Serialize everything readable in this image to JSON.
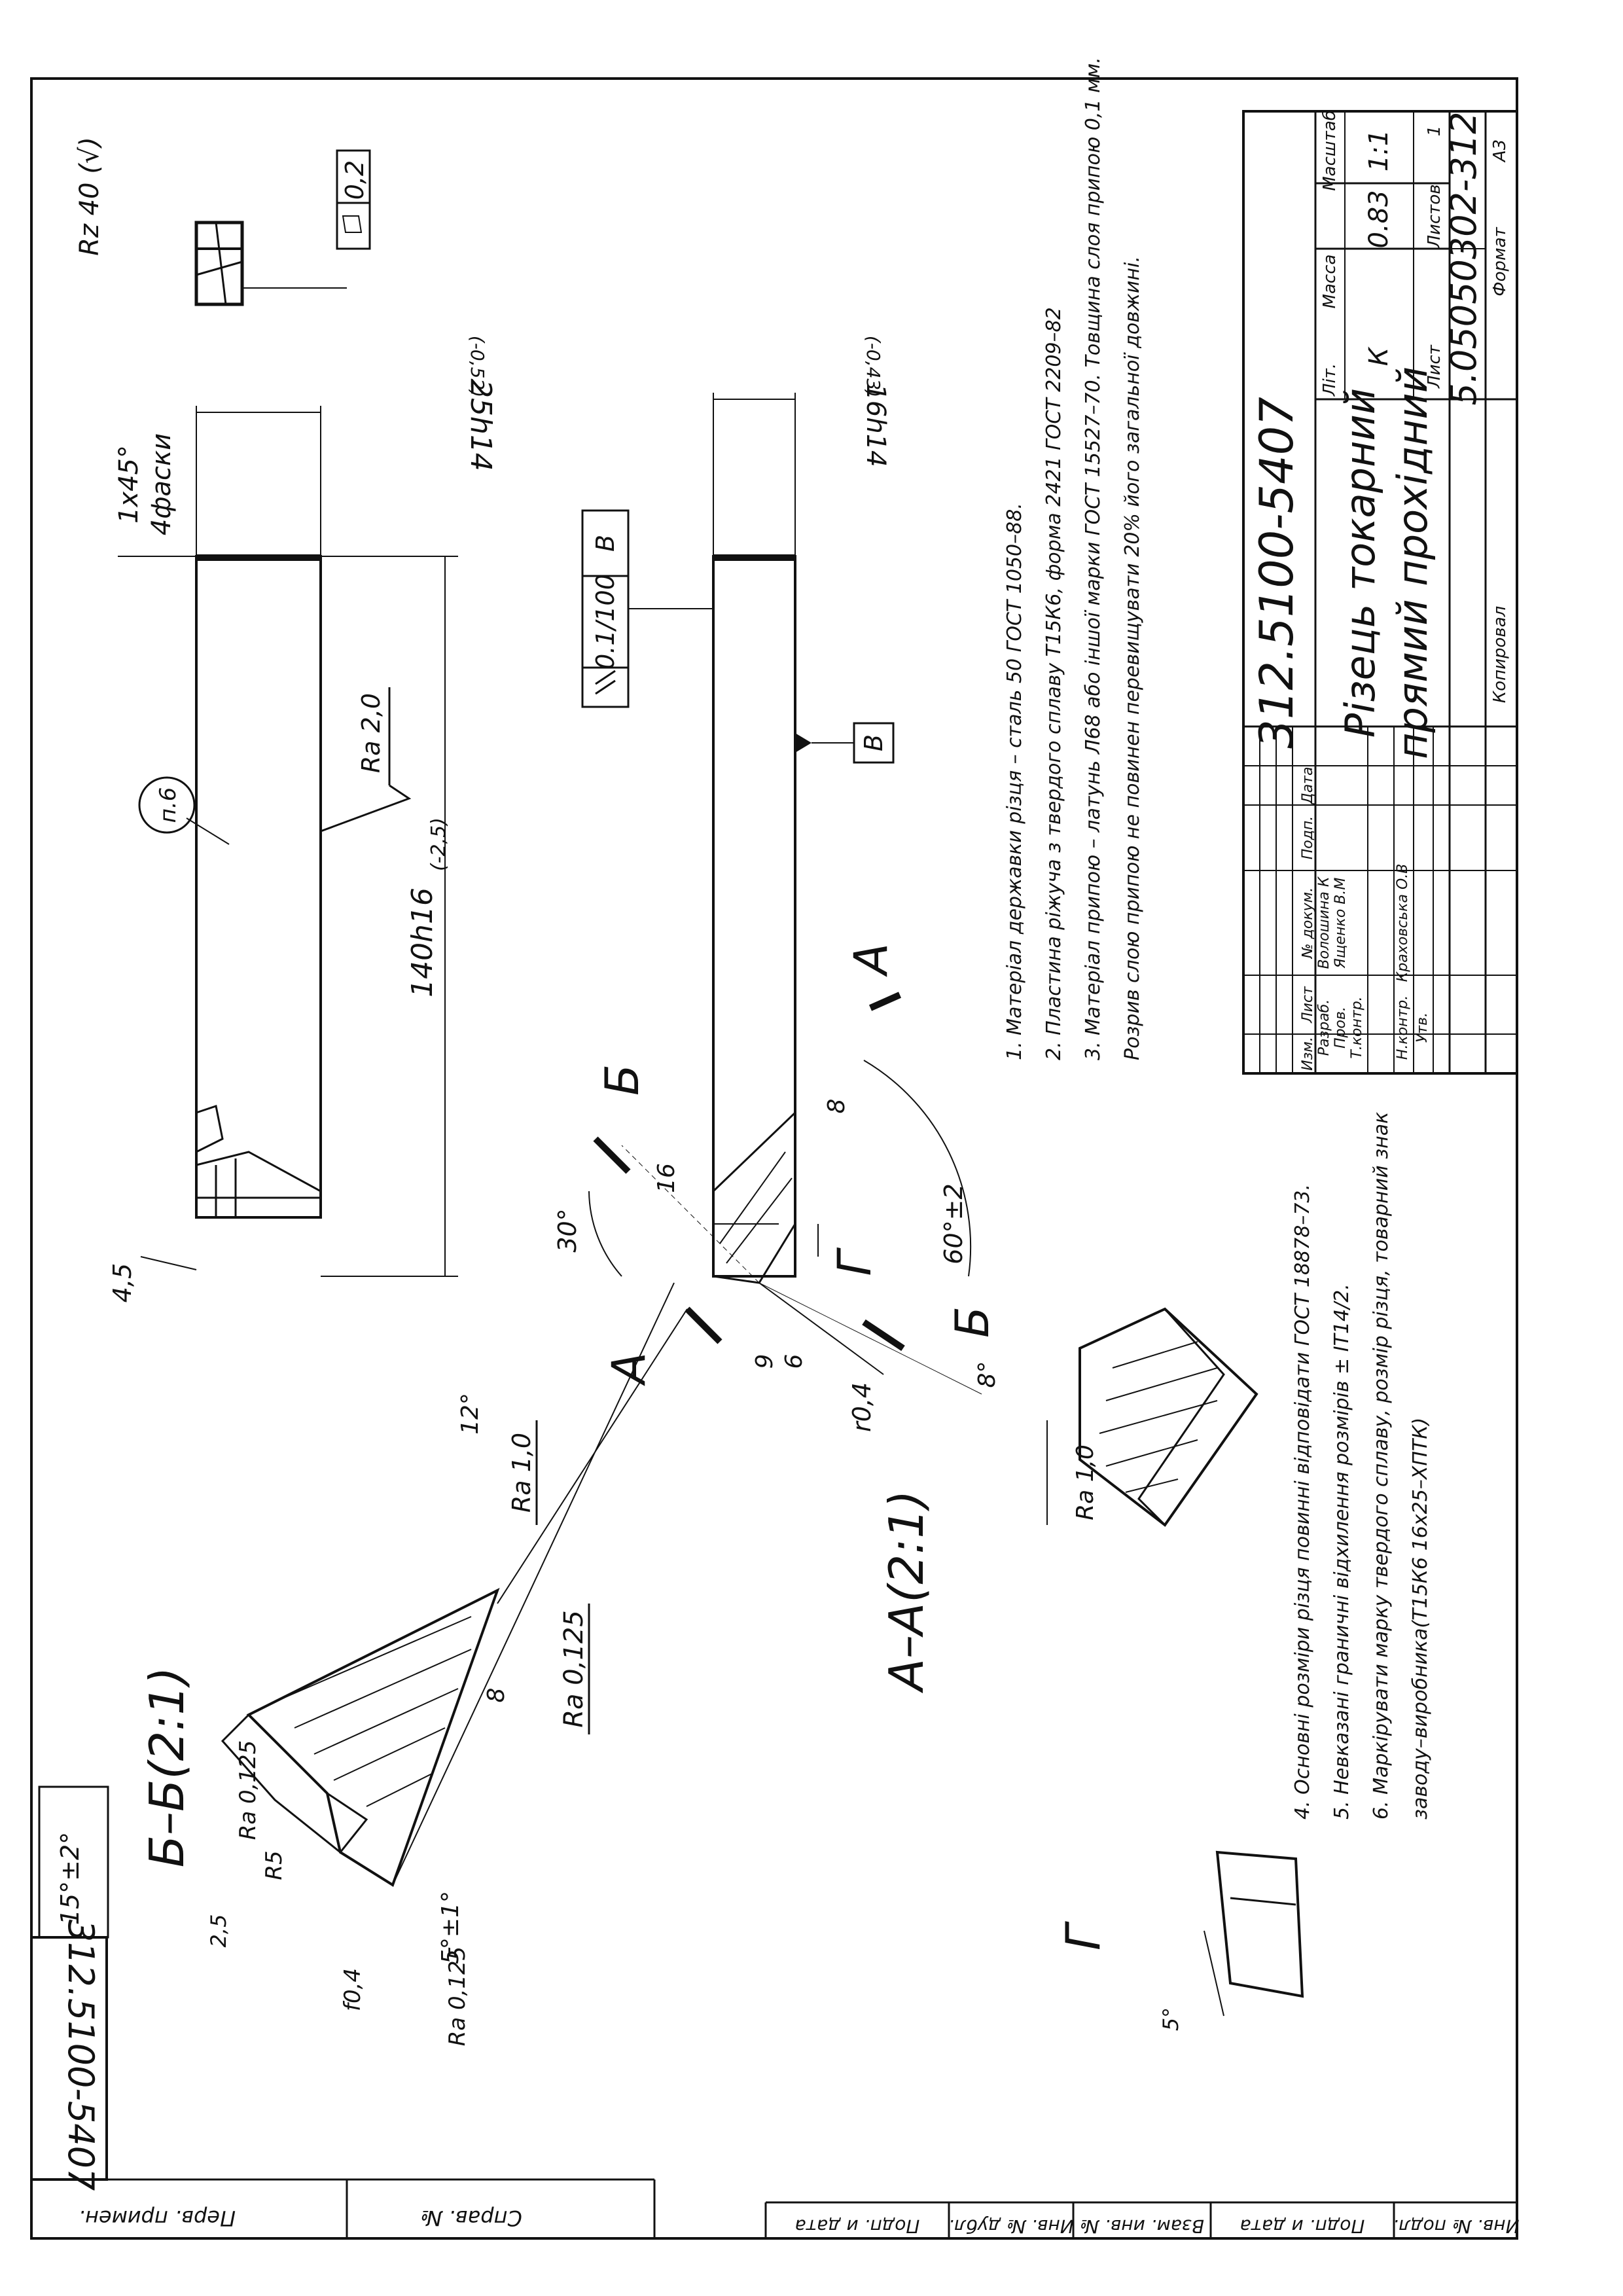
{
  "designation": "312.5100-5407",
  "designation_stamp": "312.5100-5407",
  "part_name_line1": "Різець токарний",
  "part_name_line2": "прямий прохідний",
  "doc_code": "5.05050302-312",
  "roughness_general": "Rz 40 (√)",
  "views": {
    "section_aa": "А–А(2:1)",
    "section_bb": "Б–Б(2:1)",
    "view_g": "Г",
    "cut_a": "А",
    "cut_b": "Б",
    "balloon": "п.6"
  },
  "dims": {
    "length": "140h16",
    "length_tol": "(-2,5)",
    "height": "25h14",
    "height_tol": "(-0,52)",
    "width": "16h14",
    "width_tol": "(-0,43)",
    "chamfer": "1x45°",
    "chamfer_note": "4фаски",
    "d45": "4,5",
    "d16": "16",
    "d8": "8",
    "d9": "9",
    "d6": "6",
    "angle30": "30°",
    "angle60": "60°±2",
    "r04": "r0,4",
    "d8deg": "8°",
    "d12deg": "12°",
    "d15deg": "15°±2°",
    "d5deg": "5°±1°",
    "r5": "R5",
    "d25": "2,5",
    "f04": "f0,4",
    "d8b": "8",
    "d5g": "5°"
  },
  "roughness": {
    "ra20": "Ra 2,0",
    "ra10a": "Ra 1,0",
    "ra10b": "Ra 1,0",
    "ra0125a": "Ra 0,125",
    "ra0125b": "Ra 0,125",
    "ra0125c": "Ra 0,125"
  },
  "tolerances": {
    "flatness": "0,2",
    "parallelism": "0.1/100",
    "parallelism_datum": "В",
    "datum": "В"
  },
  "notes": [
    "1. Матеріал державки різця – сталь 50 ГОСТ 1050–88.",
    "2. Пластина ріжуча з твердого сплаву Т15К6, форма 2421 ГОСТ 2209–82",
    "3. Матеріал припою – латунь Л68 або іншої марки ГОСТ 15527–70. Товщина слоя припою 0,1 мм.",
    "Розрив слою припою не повинен перевищувати 20% його загальної довжині.",
    "4. Основні розміри різця повинні відповідати ГОСТ 18878–73.",
    "5. Невказані граничні відхилення розмірів ± IT14/2.",
    "6. Маркірувати марку твердого сплаву, розмір різця, товарний знак",
    "заводу–виробника(Т15К6 16х25–ХПТК)"
  ],
  "title_block": {
    "lit_header": "Літ.",
    "mass_header": "Масса",
    "scale_header": "Масштаб",
    "lit_value": "К",
    "mass_value": "0.83",
    "scale_value": "1:1",
    "sheet_label": "Лист",
    "sheets_label": "Листов",
    "sheets_value": "1",
    "format_label": "Формат",
    "format_value": "А3",
    "copied_label": "Копировал",
    "col_izm": "Изм.",
    "col_list": "Лист",
    "col_doc": "№ докум.",
    "col_sign": "Подп.",
    "col_date": "Дата",
    "roles": [
      {
        "role": "Разраб.",
        "name": "Волошина К"
      },
      {
        "role": "Пров.",
        "name": "Ященко В.М"
      },
      {
        "role": "Т.контр.",
        "name": ""
      },
      {
        "role": "Н.контр.",
        "name": "Краховська О.В"
      },
      {
        "role": "Утв.",
        "name": ""
      }
    ]
  },
  "left_strip": [
    "Перв. примен.",
    "Справ. №"
  ],
  "bottom_strip": [
    "Подп. и дата",
    "Инв. № дубл.",
    "Взам. инв. №",
    "Подп. и дата",
    "Инв. № подл."
  ]
}
